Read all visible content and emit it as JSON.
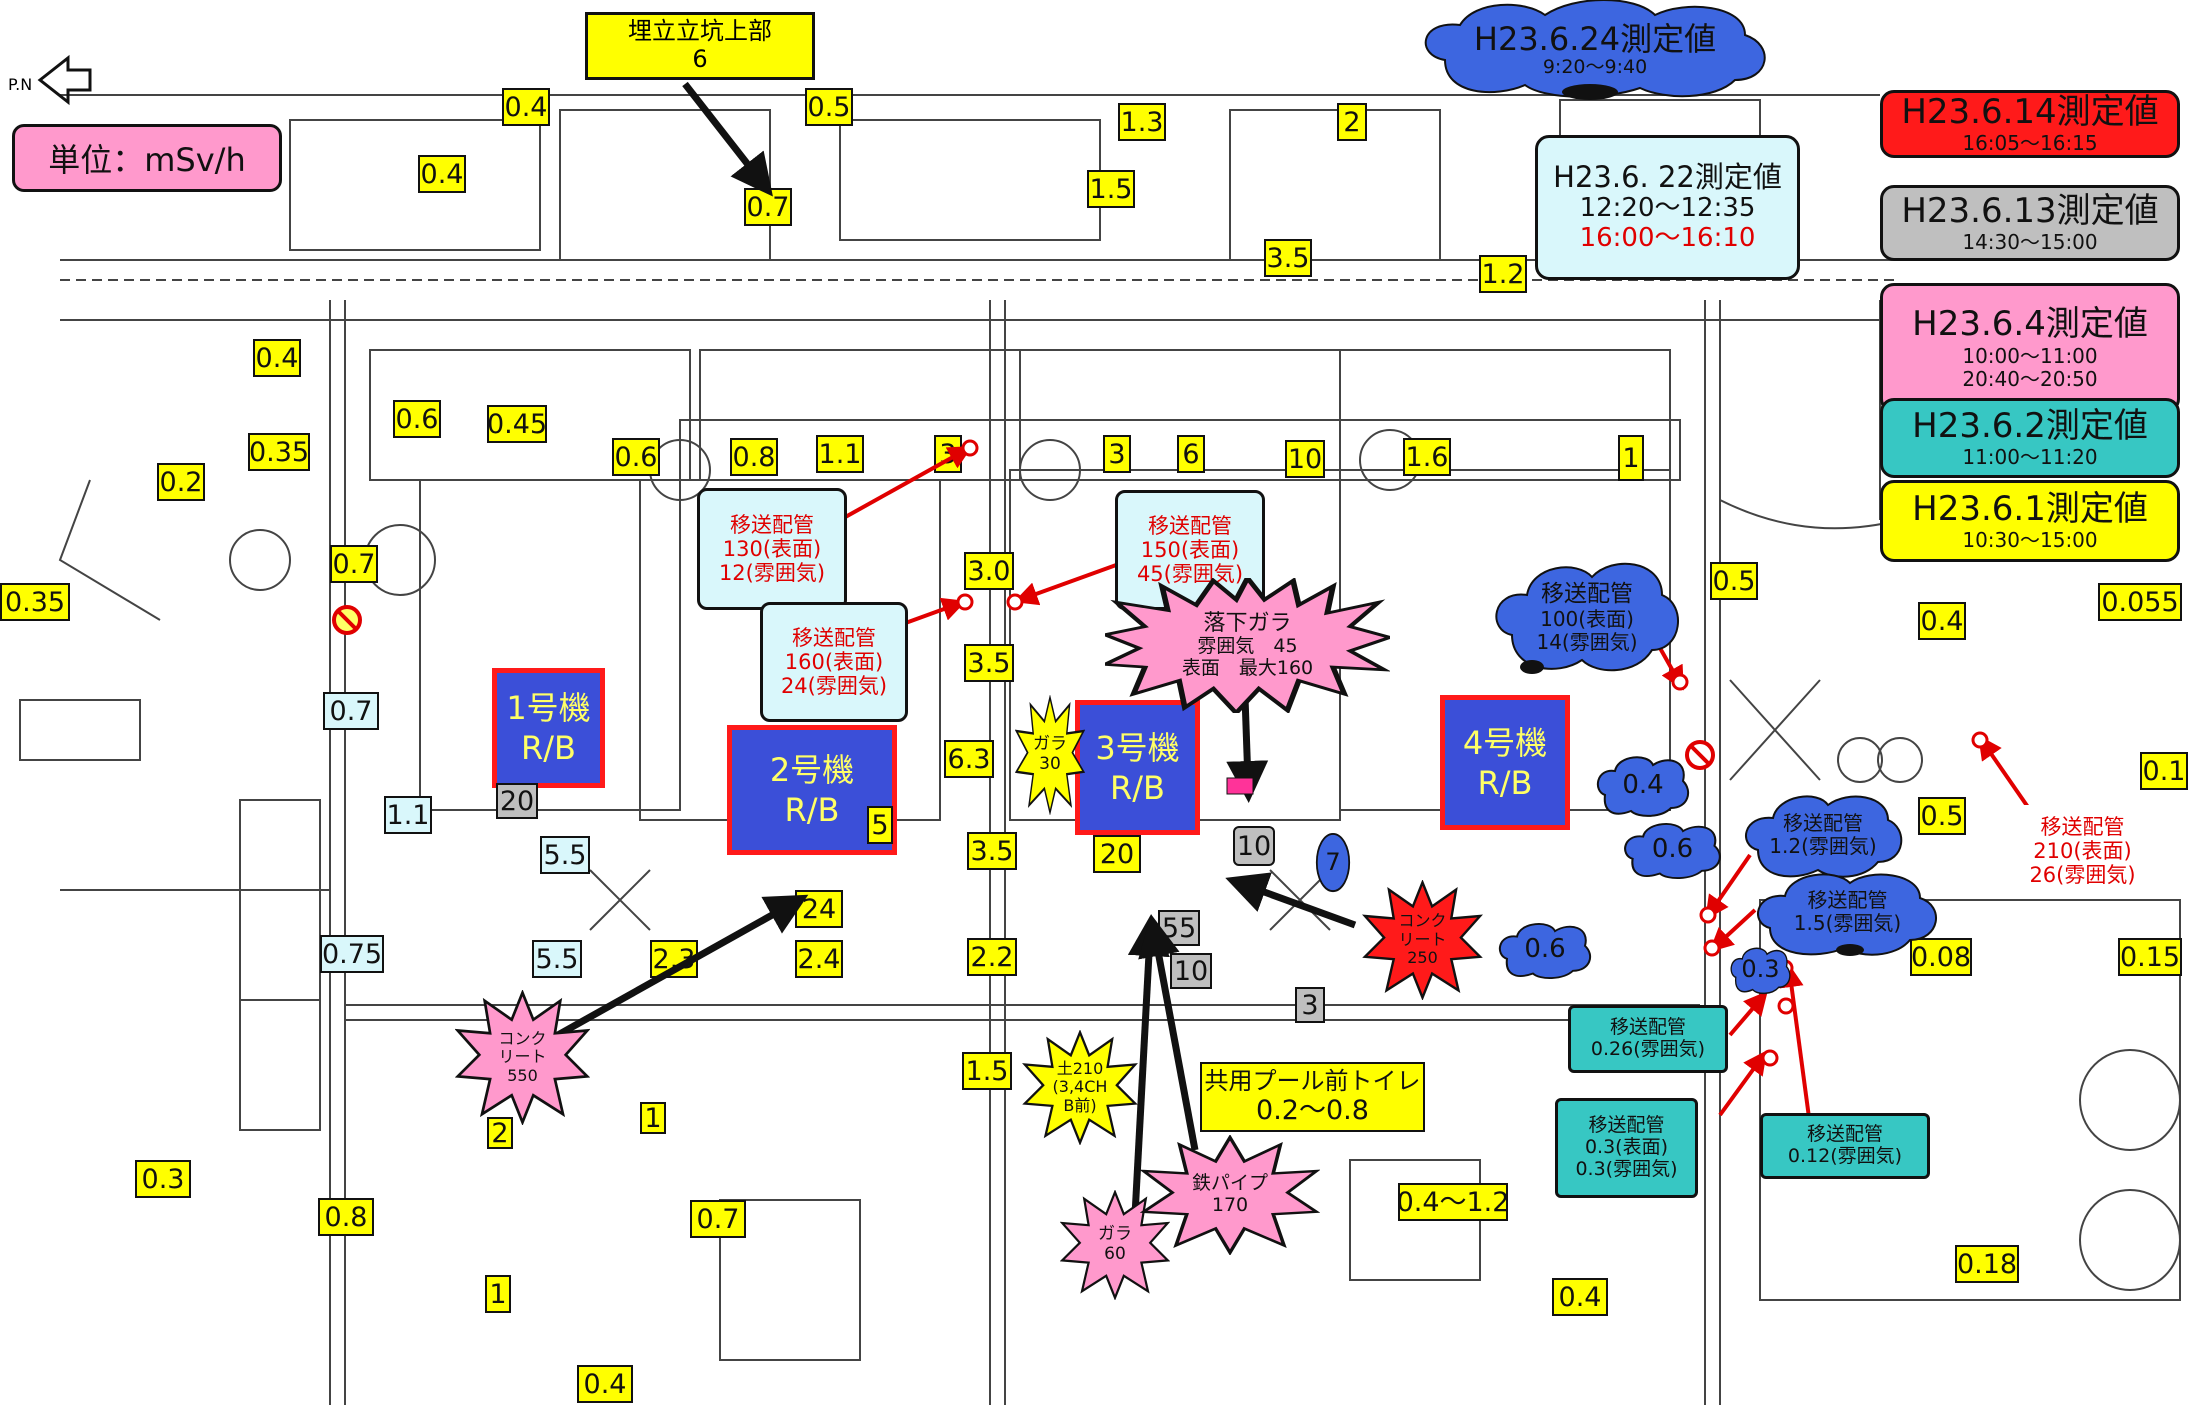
{
  "header": {
    "unit_label": "単位：mSv/h",
    "north": "P.N"
  },
  "legend": [
    {
      "title": "H23.6.14測定値",
      "time": "16:05～16:15",
      "color": "#ff1a1a"
    },
    {
      "title": "H23.6.13測定値",
      "time": "14:30～15:00",
      "color": "#bfbfbf"
    },
    {
      "title": "H23.6.4測定値",
      "time": "10:00～11:00",
      "time2": "20:40～20:50",
      "color": "#ff99cc"
    },
    {
      "title": "H23.6.2測定値",
      "time": "11:00～11:20",
      "color": "#37c7c3"
    },
    {
      "title": "H23.6.1測定値",
      "time": "10:30～15:00",
      "color": "#ffff00"
    }
  ],
  "legend_622": {
    "title": "H23.6. 22測定値",
    "time1": "12:20～12:35",
    "time2": "16:00～16:10",
    "color": "#d9f7fb"
  },
  "legend_624": {
    "title": "H23.6.24測定値",
    "time": "9:20～9:40",
    "color": "#3d66e0"
  },
  "buildings": [
    {
      "name": "1号機",
      "sub": "R/B"
    },
    {
      "name": "2号機",
      "sub": "R/B"
    },
    {
      "name": "3号機",
      "sub": "R/B"
    },
    {
      "name": "4号機",
      "sub": "R/B"
    }
  ],
  "top_callout": {
    "line1": "埋立立坑上部",
    "line2": "6"
  },
  "labels": {
    "y": [
      "0.4",
      "0.5",
      "1.3",
      "2",
      "0.4",
      "0.7",
      "1.5",
      "3.5",
      "1.2",
      "0.4",
      "0.6",
      "0.45",
      "0.6",
      "0.8",
      "1.1",
      "3",
      "3",
      "6",
      "10",
      "1.6",
      "1",
      "0.35",
      "0.2",
      "0.7",
      "0.35",
      "3.0",
      "3.5",
      "6.3",
      "3.5",
      "20",
      "5",
      "24",
      "2.3",
      "2.4",
      "2.2",
      "1.5",
      "2",
      "1",
      "0.3",
      "0.8",
      "0.7",
      "1",
      "0.4",
      "0.4～1.2",
      "0.4",
      "0.5",
      "0.4",
      "0.055",
      "0.5",
      "0.08",
      "0.15",
      "0.1",
      "0.18"
    ],
    "lb": [
      "0.7",
      "1.1",
      "5.5",
      "0.75",
      "5.5"
    ],
    "gy": [
      "20",
      "10",
      "55",
      "10",
      "3"
    ]
  },
  "pipes": {
    "p1": [
      "移送配管",
      "130(表面)",
      "12(雰囲気)"
    ],
    "p2": [
      "移送配管",
      "160(表面)",
      "24(雰囲気)"
    ],
    "p3": [
      "移送配管",
      "150(表面)",
      "45(雰囲気)"
    ],
    "p4": [
      "移送配管",
      "210(表面)",
      "26(雰囲気)"
    ],
    "t1": [
      "移送配管",
      "0.26(雰囲気)"
    ],
    "t2": [
      "移送配管",
      "0.3(表面)",
      "0.3(雰囲気)"
    ],
    "t3": [
      "移送配管",
      "0.12(雰囲気)"
    ]
  },
  "stars": {
    "concrete1": [
      "コンク",
      "リート",
      "550"
    ],
    "concrete2": [
      "コンク",
      "リート",
      "250"
    ],
    "rubble_fall": [
      "落下ガラ",
      "雰囲気　45",
      "表面　最大160"
    ],
    "rubble30": [
      "ガラ",
      "30"
    ],
    "soil": [
      "土210",
      "(3,4CH",
      "B前)"
    ],
    "rubble60": [
      "ガラ",
      "60"
    ],
    "iron_pipe": [
      "鉄パイプ",
      "170"
    ]
  },
  "clouds": {
    "c1": [
      "移送配管",
      "100(表面)",
      "14(雰囲気)"
    ],
    "c2": [
      "移送配管",
      "1.2(雰囲気)"
    ],
    "c3": [
      "移送配管",
      "1.5(雰囲気)"
    ],
    "c_04": "0.4",
    "c_06a": "0.6",
    "c_06b": "0.6",
    "c_03": "0.3",
    "c_7": "7"
  },
  "toilet": {
    "line1": "共用プール前トイレ",
    "line2": "0.2～0.8"
  }
}
